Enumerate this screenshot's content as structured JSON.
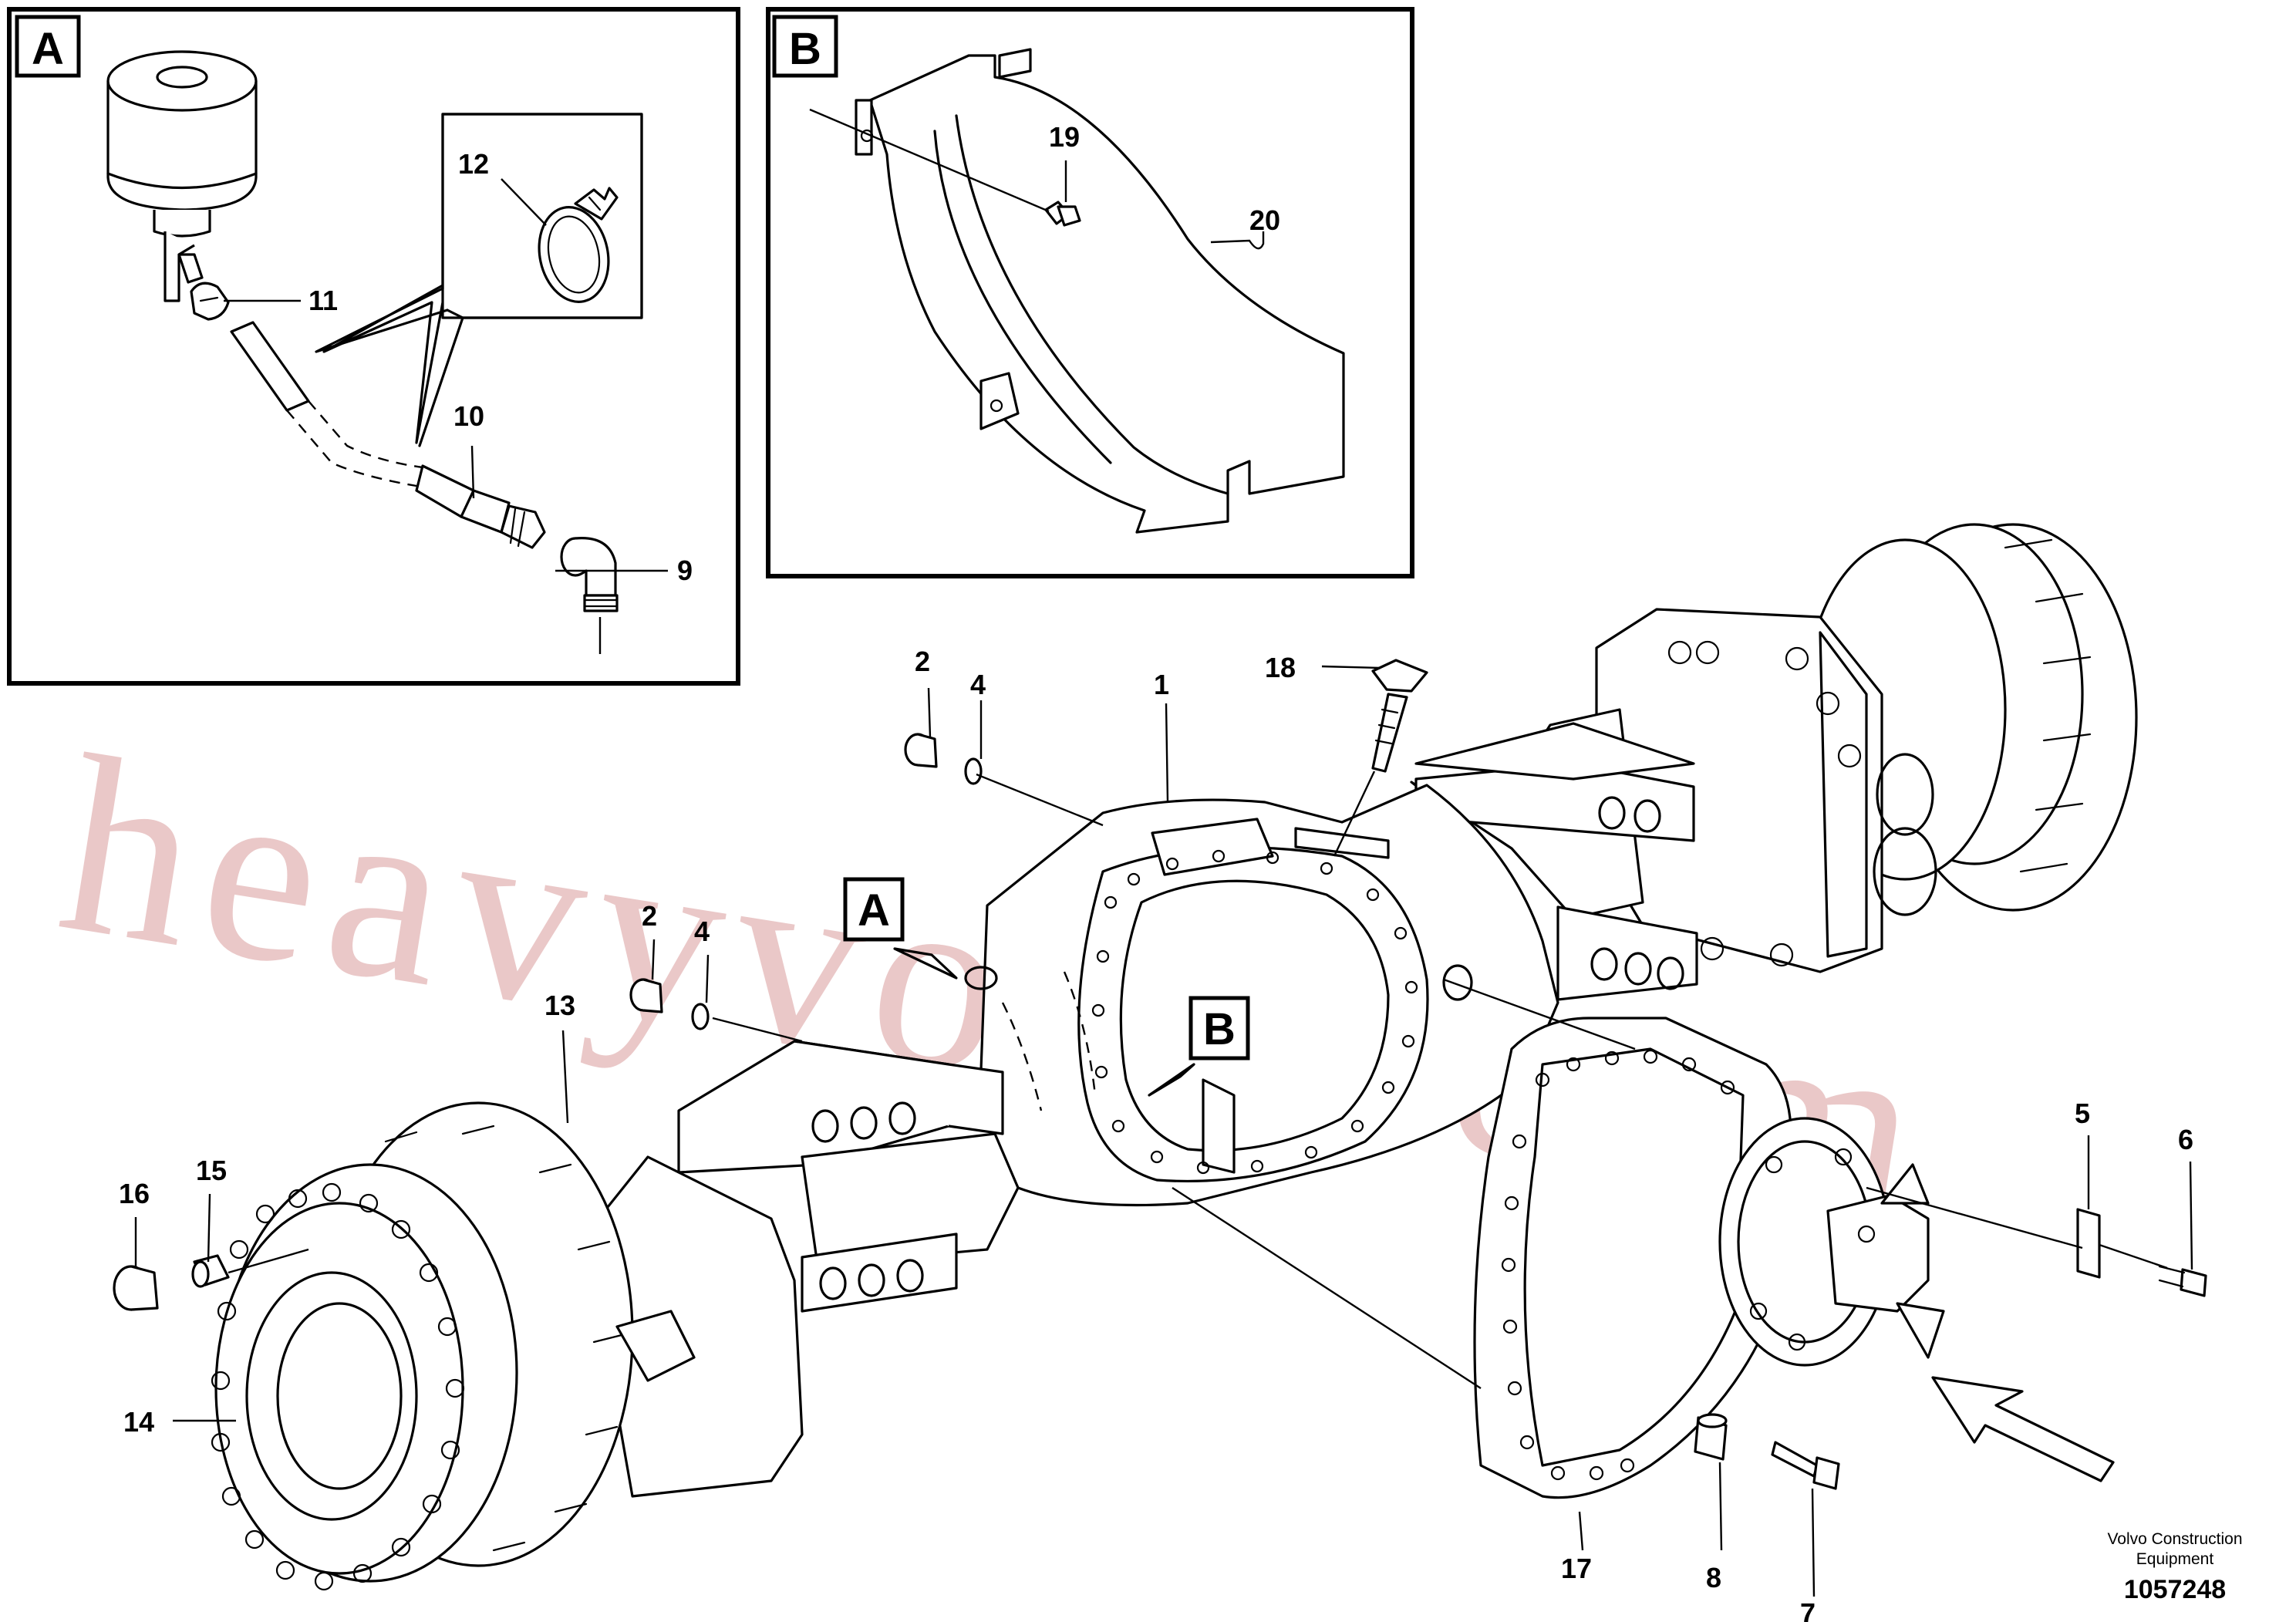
{
  "detail_boxes": [
    {
      "id": "A",
      "label": "A"
    },
    {
      "id": "B",
      "label": "B"
    }
  ],
  "view_markers": [
    {
      "id": "A",
      "label": "A"
    },
    {
      "id": "B",
      "label": "B"
    }
  ],
  "callouts": {
    "1": "1",
    "2": "2",
    "2b": "2",
    "4": "4",
    "4b": "4",
    "5": "5",
    "6": "6",
    "7": "7",
    "8": "8",
    "9": "9",
    "10": "10",
    "11": "11",
    "12": "12",
    "13": "13",
    "14": "14",
    "15": "15",
    "16": "16",
    "17": "17",
    "18": "18",
    "19": "19",
    "20": "20"
  },
  "watermark": "heavyvolvo.com",
  "credit": {
    "line1": "Volvo Construction",
    "line2": "Equipment",
    "doc_number": "1057248"
  }
}
